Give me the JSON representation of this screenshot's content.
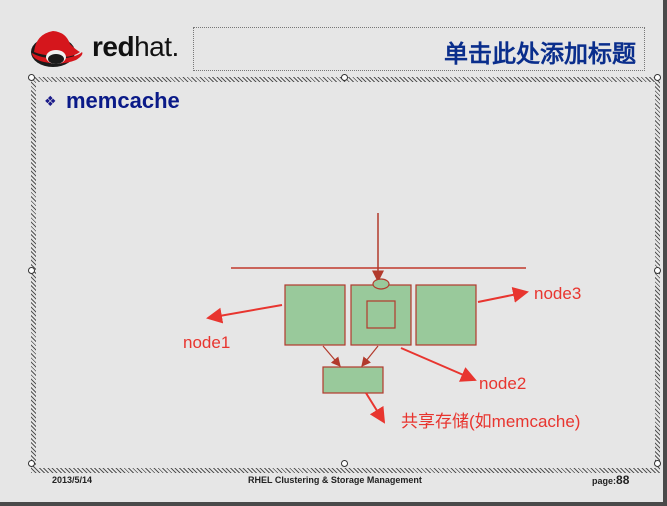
{
  "header": {
    "logo": {
      "text_bold": "red",
      "text_light": "hat",
      "trademark": ".",
      "icon": "redhat-shadowman-icon"
    },
    "title": "单击此处添加标题"
  },
  "content": {
    "bullet_icon": "diamond-bullet-icon",
    "bullet_text": "memcache"
  },
  "diagram": {
    "labels": {
      "node1": "node1",
      "node2": "node2",
      "node3": "node3",
      "shared_storage": "共享存储(如memcache)"
    },
    "colors": {
      "node_fill": "#99c99b",
      "node_border": "#b23a2c",
      "arrow": "#e8352f",
      "line": "#c0392b"
    }
  },
  "footer": {
    "date": "2013/5/14",
    "course": "RHEL Clustering & Storage Management",
    "page_label": "page:",
    "page_number": "88"
  }
}
